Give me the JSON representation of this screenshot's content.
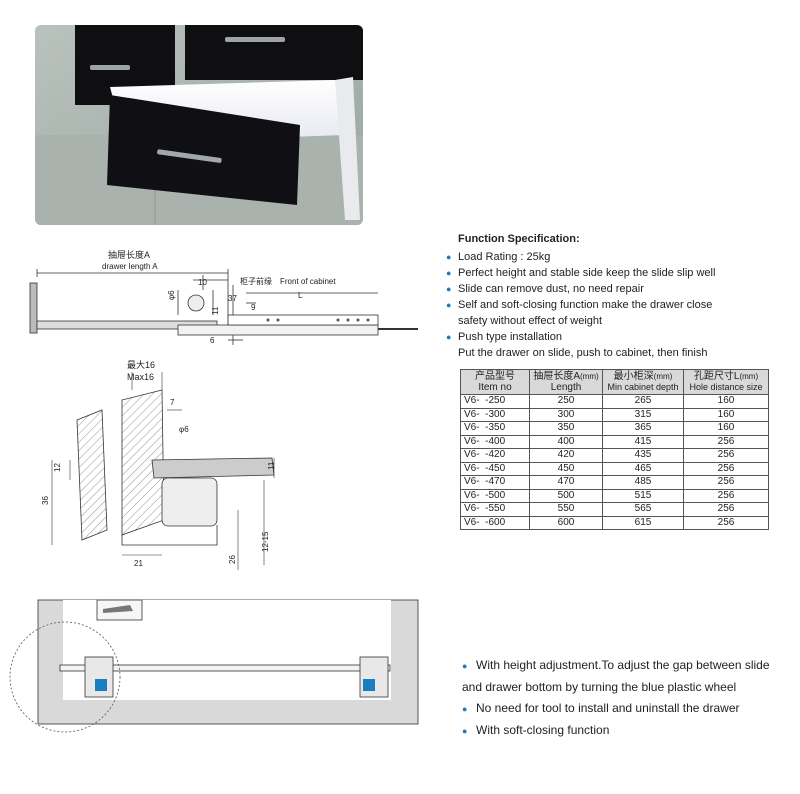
{
  "colors": {
    "accent": "#1a7fc0",
    "table_header": "#d9d9d9"
  },
  "diagram1": {
    "label_cn_a": "抽屉长度A",
    "label_en_a": "drawer length A",
    "label_cn_front": "柜子前缘",
    "label_en_front": "Front of cabinet",
    "dim_10": "10",
    "dim_phi6": "φ6",
    "dim_11": "11",
    "dim_37": "37",
    "dim_9": "9",
    "dim_L": "L",
    "dim_6": "6"
  },
  "diagram2": {
    "label_cn_max": "最大16",
    "label_en_max": "Max16",
    "dim_7": "7",
    "dim_phi6": "φ6",
    "dim_12": "12",
    "dim_36": "36",
    "dim_11": "11",
    "dim_21": "21",
    "dim_26": "26",
    "dim_1215": "12-15"
  },
  "spec": {
    "title": "Function Specification:",
    "items": [
      "Load Rating : 25kg",
      "Perfect height and stable side keep the slide slip well",
      "Slide can remove dust, no need repair",
      "Self and soft-closing function make the drawer close",
      "Push type installation"
    ],
    "continuation": "safety without effect of weight",
    "note": "Put the drawer on slide, push to cabinet, then finish"
  },
  "table": {
    "headers": [
      {
        "cn": "产品型号",
        "en": "Item no"
      },
      {
        "cn": "抽屉长度A",
        "unit": "(mm)",
        "en": "Length"
      },
      {
        "cn": "最小柜深",
        "unit": "(mm)",
        "en": "Min cabinet depth"
      },
      {
        "cn": "孔距尺寸L",
        "unit": "(mm)",
        "en": "Hole distance size"
      }
    ],
    "rows": [
      [
        "V6-  -250",
        "250",
        "265",
        "160"
      ],
      [
        "V6-  -300",
        "300",
        "315",
        "160"
      ],
      [
        "V6-  -350",
        "350",
        "365",
        "160"
      ],
      [
        "V6-  -400",
        "400",
        "415",
        "256"
      ],
      [
        "V6-  -420",
        "420",
        "435",
        "256"
      ],
      [
        "V6-  -450",
        "450",
        "465",
        "256"
      ],
      [
        "V6-  -470",
        "470",
        "485",
        "256"
      ],
      [
        "V6-  -500",
        "500",
        "515",
        "256"
      ],
      [
        "V6-  -550",
        "550",
        "565",
        "256"
      ],
      [
        "V6-  -600",
        "600",
        "615",
        "256"
      ]
    ]
  },
  "features": [
    "With height adjustment.To adjust the gap between slide",
    "and drawer bottom by turning the blue plastic wheel",
    "No need for tool to install and uninstall the drawer",
    "With soft-closing function"
  ]
}
